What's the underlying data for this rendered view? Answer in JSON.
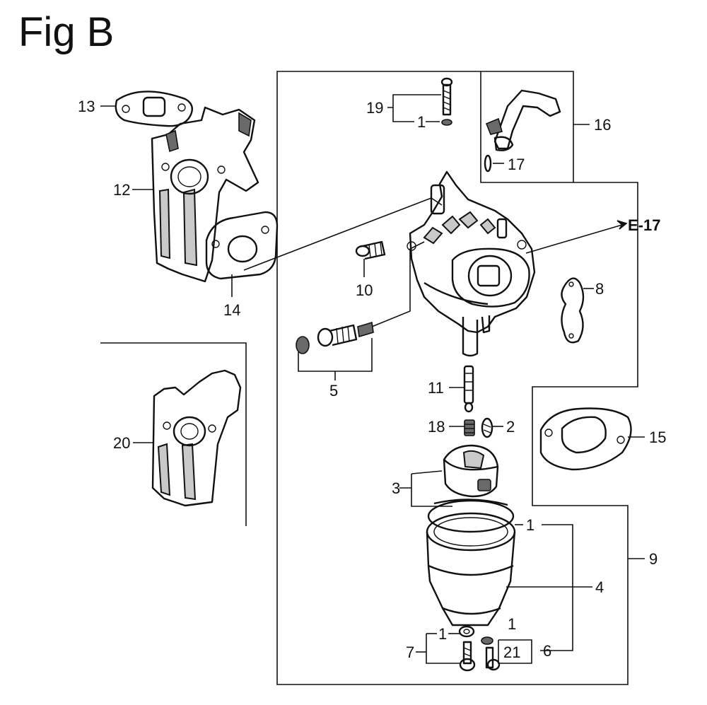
{
  "figure": {
    "title": "Fig B"
  },
  "callouts": {
    "c13": "13",
    "c12": "12",
    "c14": "14",
    "c20": "20",
    "c19": "19",
    "c1_top": "1",
    "c16": "16",
    "c17": "17",
    "c_e17": "E-17",
    "c10": "10",
    "c8": "8",
    "c5": "5",
    "c11": "11",
    "c18": "18",
    "c2": "2",
    "c15": "15",
    "c3": "3",
    "c1_bowl": "1",
    "c9": "9",
    "c4": "4",
    "c1_drain": "1",
    "c1_screw": "1",
    "c7": "7",
    "c21": "21",
    "c6": "6"
  }
}
